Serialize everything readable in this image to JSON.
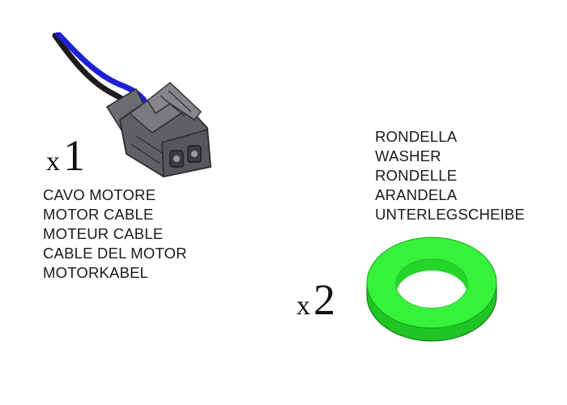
{
  "cable": {
    "quantity_prefix": "x",
    "quantity_number": "1",
    "labels": [
      "CAVO MOTORE",
      "MOTOR CABLE",
      "MOTEUR CABLE",
      "CABLE DEL MOTOR",
      "MOTORKABEL"
    ],
    "wire_colors": [
      "#1c1c1c",
      "#1f1fd6"
    ],
    "connector_color": "#5f6066"
  },
  "washer": {
    "quantity_prefix": "x",
    "quantity_number": "2",
    "labels": [
      "RONDELLA",
      "WASHER",
      "RONDELLE",
      "ARANDELA",
      "UNTERLEGSCHEIBE"
    ],
    "color": "#36f23a"
  }
}
